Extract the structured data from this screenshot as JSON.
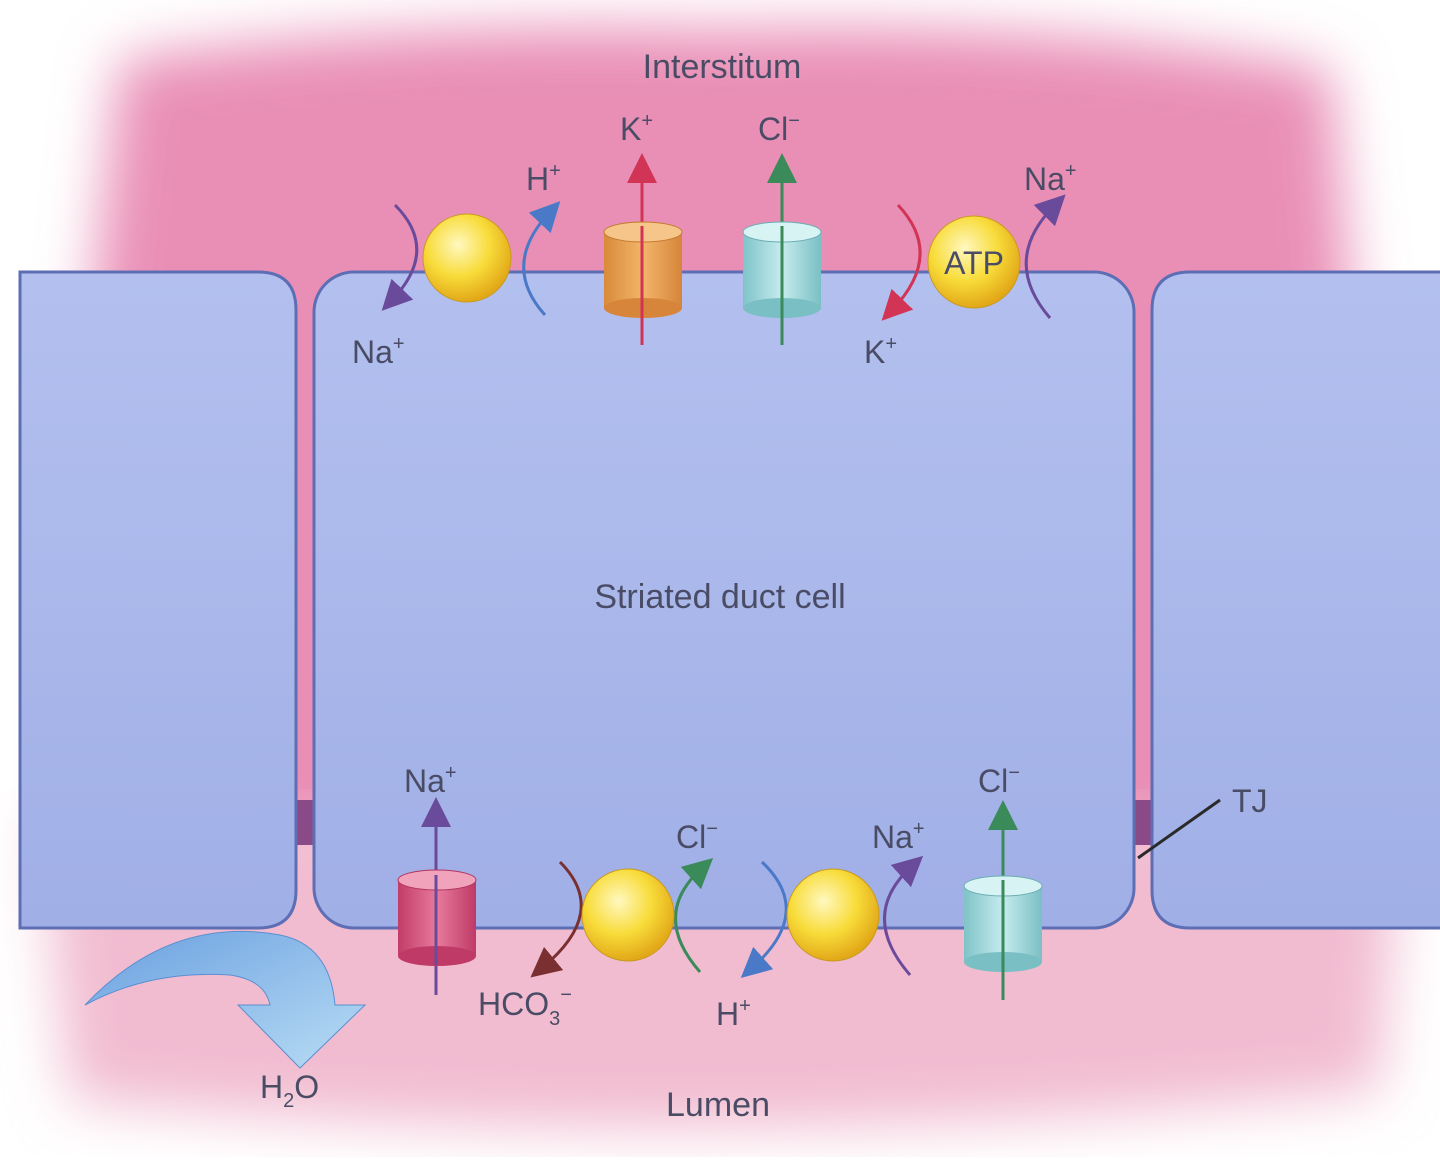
{
  "labels": {
    "interstitum": "Interstitum",
    "cell": "Striated duct cell",
    "lumen": "Lumen",
    "tj": "TJ",
    "atp": "ATP",
    "top_h": "H",
    "top_h_sup": "+",
    "top_na_left": "Na",
    "top_na_left_sup": "+",
    "top_k_channel": "K",
    "top_k_channel_sup": "+",
    "top_cl_channel": "Cl",
    "top_cl_channel_sup": "−",
    "top_na_right": "Na",
    "top_na_right_sup": "+",
    "top_k_pump": "K",
    "top_k_pump_sup": "+",
    "bot_na_channel": "Na",
    "bot_na_channel_sup": "+",
    "bot_cl_exch": "Cl",
    "bot_cl_exch_sup": "−",
    "bot_hco3": "HCO",
    "bot_hco3_sub": "3",
    "bot_hco3_sup": "−",
    "bot_na_exch": "Na",
    "bot_na_exch_sup": "+",
    "bot_h": "H",
    "bot_h_sup": "+",
    "bot_cl_channel": "Cl",
    "bot_cl_channel_sup": "−",
    "water_h": "H",
    "water_sub": "2",
    "water_o": "O"
  },
  "colors": {
    "interstitium": "#e98fb6",
    "lumen": "#f0b8cc",
    "cell": "#a7b6ea",
    "membrane": "#5d6eb5",
    "tight_junction": "#8a4a88",
    "transporter": "#f5d83c",
    "k_channel": "#e8a55a",
    "cl_channel": "#a8dde0",
    "na_channel": "#d9527e",
    "arrow_red": "#d23455",
    "arrow_green": "#3a8a5a",
    "arrow_blue": "#4a79c8",
    "arrow_purple": "#6a4a9a",
    "arrow_brown": "#8a3a3a"
  }
}
